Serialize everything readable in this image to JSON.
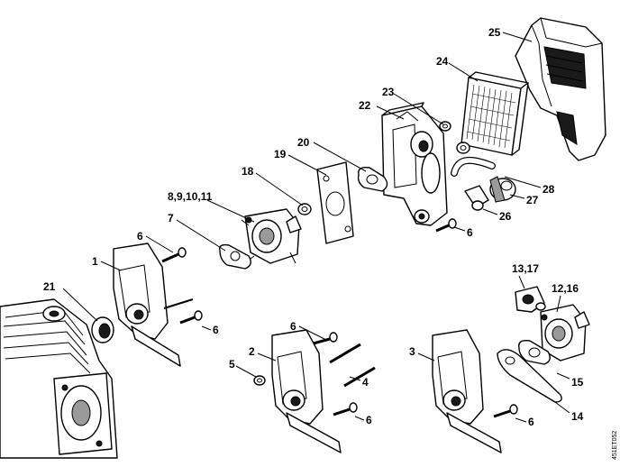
{
  "labels": {
    "l1": "1",
    "l2": "2",
    "l3": "3",
    "l4": "4",
    "l5": "5",
    "l6a": "6",
    "l6b": "6",
    "l6c": "6",
    "l6d": "6",
    "l6e": "6",
    "l6f": "6",
    "l7": "7",
    "l8": "8,9,10,11",
    "l12": "12,16",
    "l13": "13,17",
    "l14": "14",
    "l15": "15",
    "l18": "18",
    "l19": "19",
    "l20": "20",
    "l21": "21",
    "l22": "22",
    "l23": "23",
    "l24": "24",
    "l25": "25",
    "l26": "26",
    "l27": "27",
    "l28": "28"
  },
  "drawing_code": "451ET052"
}
